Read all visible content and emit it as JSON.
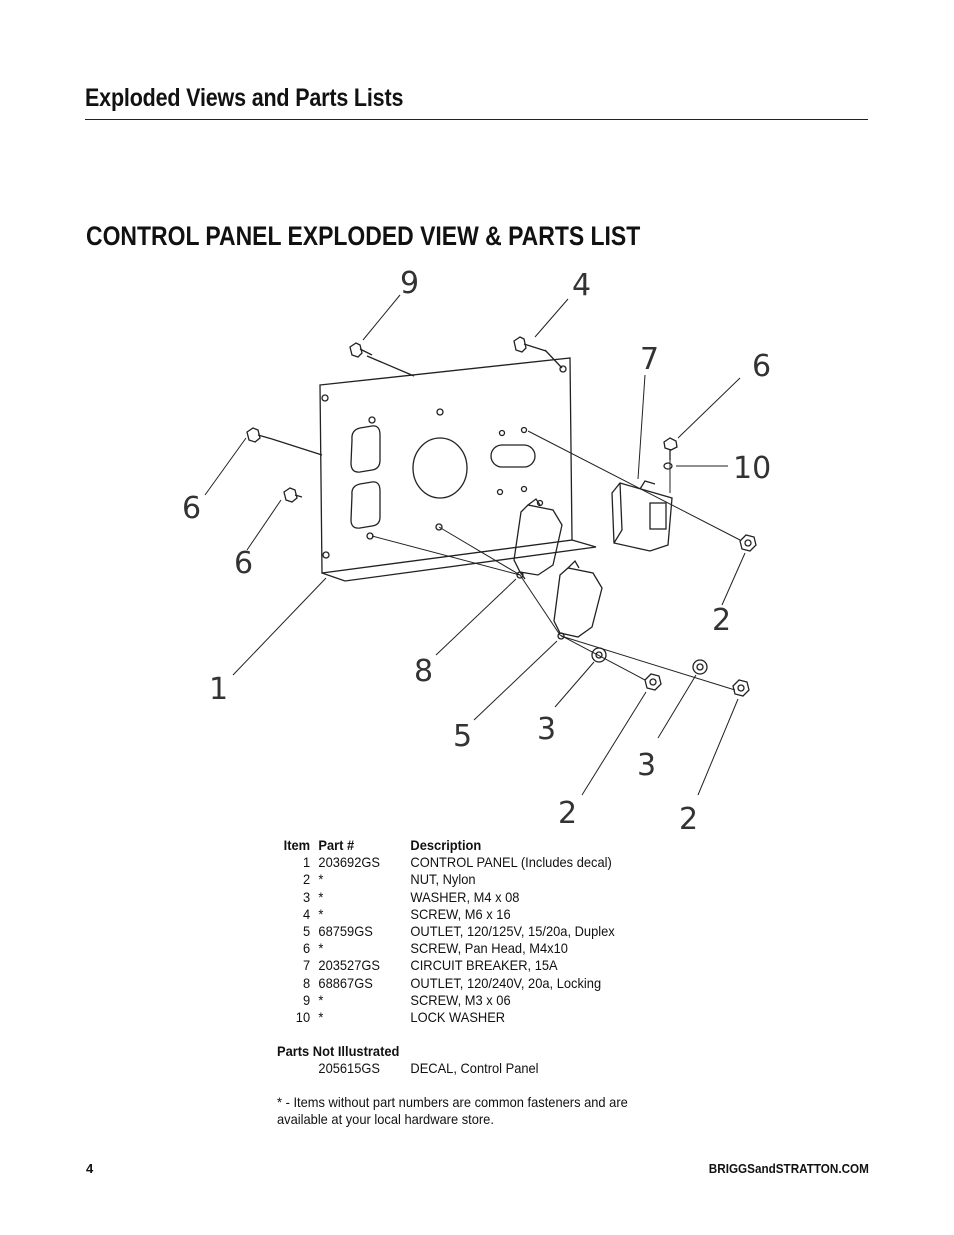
{
  "header": {
    "title": "Exploded Views and Parts Lists"
  },
  "section": {
    "title": "CONTROL PANEL EXPLODED VIEW & PARTS LIST"
  },
  "diagram": {
    "callouts": [
      "9",
      "4",
      "7",
      "6",
      "10",
      "6",
      "6",
      "2",
      "1",
      "8",
      "5",
      "3",
      "3",
      "2",
      "2"
    ]
  },
  "parts_list": {
    "headers": {
      "item": "Item",
      "part": "Part #",
      "description": "Description"
    },
    "rows": [
      {
        "item": "1",
        "part": "203692GS",
        "description": "CONTROL PANEL (Includes decal)"
      },
      {
        "item": "2",
        "part": "*",
        "description": "NUT, Nylon"
      },
      {
        "item": "3",
        "part": "*",
        "description": "WASHER, M4 x 08"
      },
      {
        "item": "4",
        "part": "*",
        "description": "SCREW, M6 x 16"
      },
      {
        "item": "5",
        "part": "68759GS",
        "description": "OUTLET, 120/125V, 15/20a, Duplex"
      },
      {
        "item": "6",
        "part": "*",
        "description": "SCREW, Pan Head, M4x10"
      },
      {
        "item": "7",
        "part": "203527GS",
        "description": "CIRCUIT BREAKER, 15A"
      },
      {
        "item": "8",
        "part": "68867GS",
        "description": "OUTLET, 120/240V, 20a, Locking"
      },
      {
        "item": "9",
        "part": "*",
        "description": "SCREW, M3 x 06"
      },
      {
        "item": "10",
        "part": "*",
        "description": "LOCK WASHER"
      }
    ],
    "not_illustrated": {
      "title": "Parts Not Illustrated",
      "part": "205615GS",
      "description": "DECAL, Control Panel"
    },
    "footnote": "* - Items without part numbers are common fasteners and are available at your local hardware store."
  },
  "footer": {
    "page_number": "4",
    "site": "BRIGGSandSTRATTON.COM"
  }
}
